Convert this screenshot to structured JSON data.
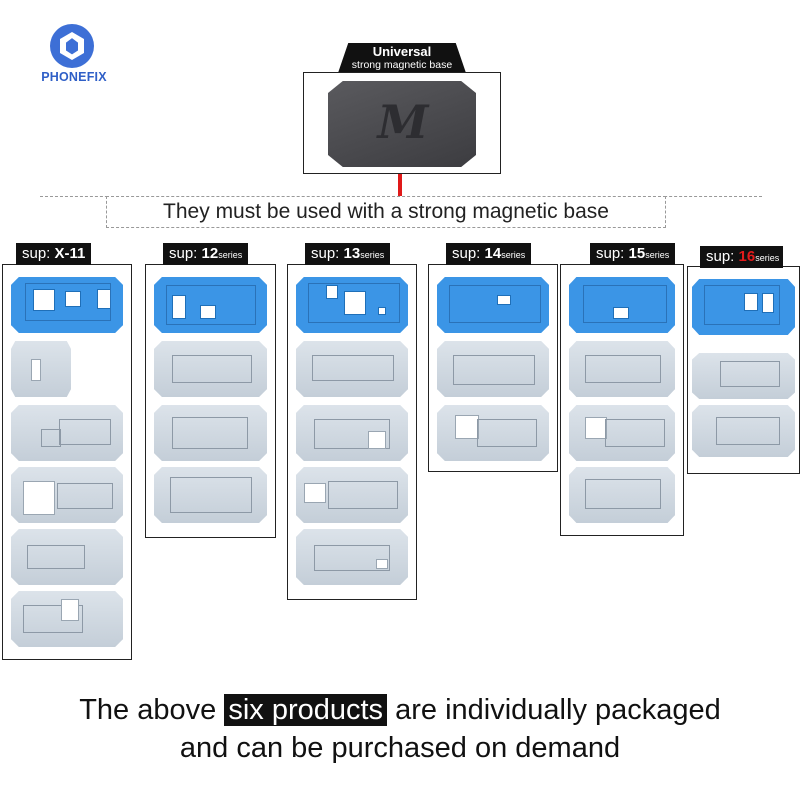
{
  "brand": {
    "name": "PHONEFIX"
  },
  "base": {
    "title": "Universal",
    "subtitle": "strong magnetic base"
  },
  "note": "They must be used with a strong magnetic base",
  "columns": [
    {
      "prefix": "sup: ",
      "model": "X-11",
      "suffix": ""
    },
    {
      "prefix": "sup: ",
      "model": "12",
      "suffix": "series"
    },
    {
      "prefix": "sup: ",
      "model": "13",
      "suffix": "series"
    },
    {
      "prefix": "sup: ",
      "model": "14",
      "suffix": "series"
    },
    {
      "prefix": "sup: ",
      "model": "15",
      "suffix": "series"
    },
    {
      "prefix": "sup: ",
      "model": "16",
      "suffix": "series"
    }
  ],
  "footer": {
    "before": "The above ",
    "highlight": "six products",
    "after": " are individually packaged",
    "line2": "and can be purchased on demand"
  },
  "colors": {
    "accent_blue": "#3b95e6",
    "red": "#e01919",
    "black": "#111111"
  }
}
